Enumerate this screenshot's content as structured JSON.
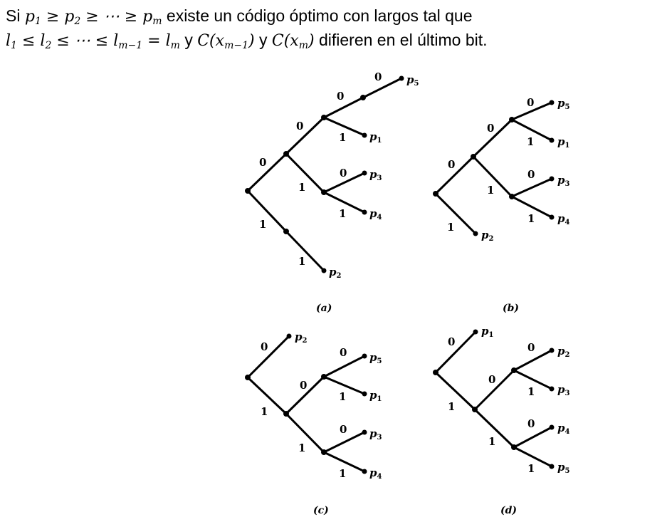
{
  "statement": {
    "w_si": "Si",
    "w_existe": "existe un código óptimo con largos tal que",
    "w_y1": "y",
    "w_y2": "y",
    "w_difieren": "difieren en el último bit."
  },
  "labels": {
    "bit0": "0",
    "bit1": "1",
    "p": "p",
    "s1": "1",
    "s2": "2",
    "s3": "3",
    "s4": "4",
    "s5": "5"
  },
  "captions": {
    "a": "(a)",
    "b": "(b)",
    "c": "(c)",
    "d": "(d)"
  }
}
